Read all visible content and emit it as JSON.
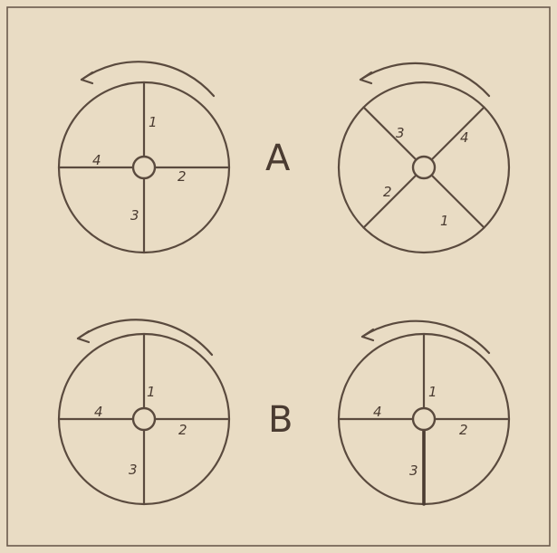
{
  "row_labels": {
    "a": "A",
    "b": "B"
  },
  "colors": {
    "paper": "#e9dcc4",
    "ink": "#5a4a3e"
  },
  "icons": {
    "rotation": "counterclockwise-arrow-icon"
  },
  "diagrams": {
    "a_left": {
      "spokes": [
        "1",
        "2",
        "3",
        "4"
      ]
    },
    "a_right": {
      "spokes": [
        "1",
        "2",
        "3",
        "4"
      ]
    },
    "b_left": {
      "spokes": [
        "1",
        "2",
        "3",
        "4"
      ]
    },
    "b_right": {
      "spokes": [
        "1",
        "2",
        "3",
        "4"
      ]
    }
  }
}
